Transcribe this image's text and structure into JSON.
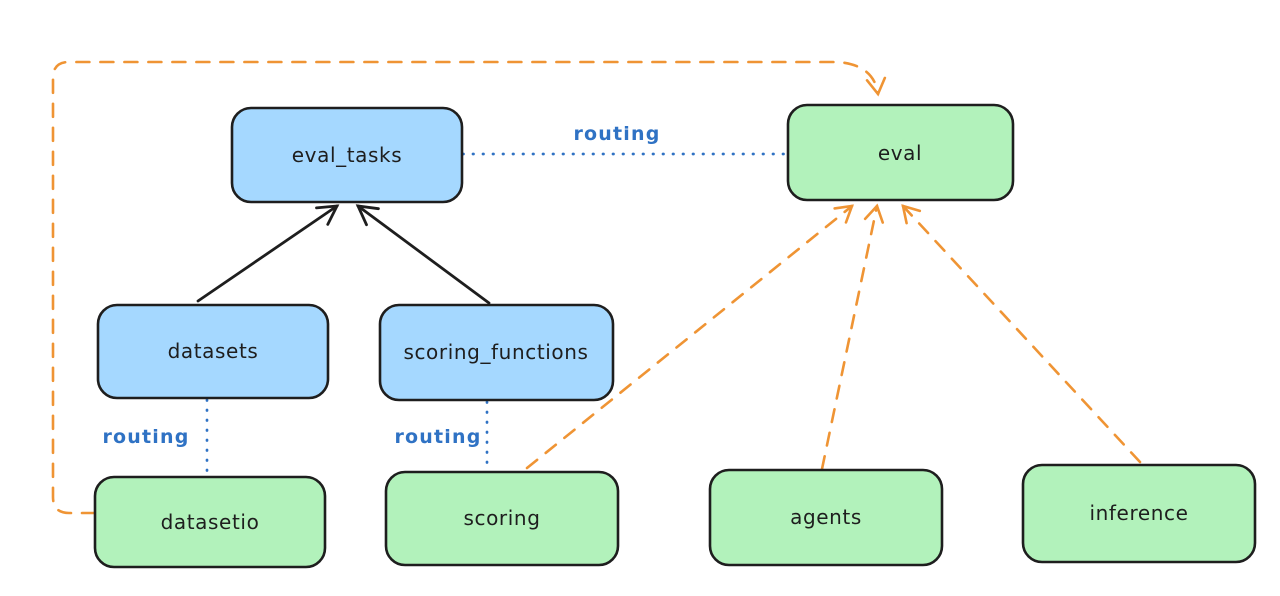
{
  "diagram": {
    "background": "#ffffff",
    "colors": {
      "background": "#ffffff",
      "node_stroke": "#1e1e1e",
      "blue_fill": "#a5d8ff",
      "green_fill": "#b2f2bb",
      "routing_color": "#2f72c4",
      "orange_color": "#ef9434",
      "black_arrow": "#1e1e1e"
    },
    "nodes": [
      {
        "id": "eval_tasks",
        "label": "eval_tasks",
        "fill": "blue"
      },
      {
        "id": "eval",
        "label": "eval",
        "fill": "green"
      },
      {
        "id": "datasets",
        "label": "datasets",
        "fill": "blue"
      },
      {
        "id": "scoring_functions",
        "label": "scoring_functions",
        "fill": "blue"
      },
      {
        "id": "datasetio",
        "label": "datasetio",
        "fill": "green"
      },
      {
        "id": "scoring",
        "label": "scoring",
        "fill": "green"
      },
      {
        "id": "agents",
        "label": "agents",
        "fill": "green"
      },
      {
        "id": "inference",
        "label": "inference",
        "fill": "green"
      }
    ],
    "edges": [
      {
        "from": "datasets",
        "to": "eval_tasks",
        "style": "solid-black-arrow",
        "label": ""
      },
      {
        "from": "scoring_functions",
        "to": "eval_tasks",
        "style": "solid-black-arrow",
        "label": ""
      },
      {
        "from": "eval_tasks",
        "to": "eval",
        "style": "dotted-blue",
        "label": "routing"
      },
      {
        "from": "datasets",
        "to": "datasetio",
        "style": "dotted-blue",
        "label": "routing"
      },
      {
        "from": "scoring_functions",
        "to": "scoring",
        "style": "dotted-blue",
        "label": "routing"
      },
      {
        "from": "datasetio",
        "to": "eval",
        "style": "dashed-orange-arrow",
        "label": ""
      },
      {
        "from": "scoring",
        "to": "eval",
        "style": "dashed-orange-arrow",
        "label": ""
      },
      {
        "from": "agents",
        "to": "eval",
        "style": "dashed-orange-arrow",
        "label": ""
      },
      {
        "from": "inference",
        "to": "eval",
        "style": "dashed-orange-arrow",
        "label": ""
      }
    ]
  }
}
